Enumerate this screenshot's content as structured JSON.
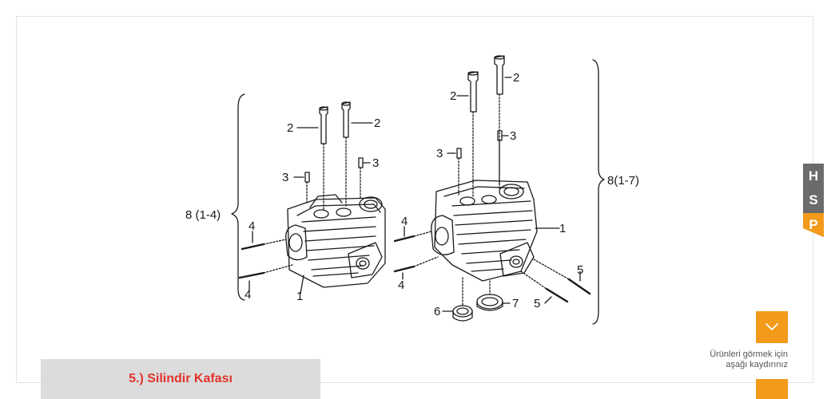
{
  "diagram": {
    "labels": {
      "l_8_14": "8 (1-4)",
      "l_8_17": "8(1-7)",
      "l_2a": "2",
      "l_2b": "2",
      "l_2c": "2",
      "l_2d": "2",
      "l_3a": "3",
      "l_3b": "3",
      "l_3c": "3",
      "l_3d": "3",
      "l_4a": "4",
      "l_4b": "4",
      "l_4c": "4",
      "l_4d": "4",
      "l_1a": "1",
      "l_1b": "1",
      "l_5a": "5",
      "l_5b": "5",
      "l_6": "6",
      "l_7": "7"
    }
  },
  "caption": "5.) Silindir Kafası",
  "scroll_hint": {
    "line1": "Ürünleri görmek için",
    "line2": "aşağı kaydırınız"
  },
  "logo": {
    "l1": "H",
    "l2": "S",
    "l3": "P"
  },
  "colors": {
    "accent": "#f39a1a",
    "caption": "#e2342b"
  }
}
